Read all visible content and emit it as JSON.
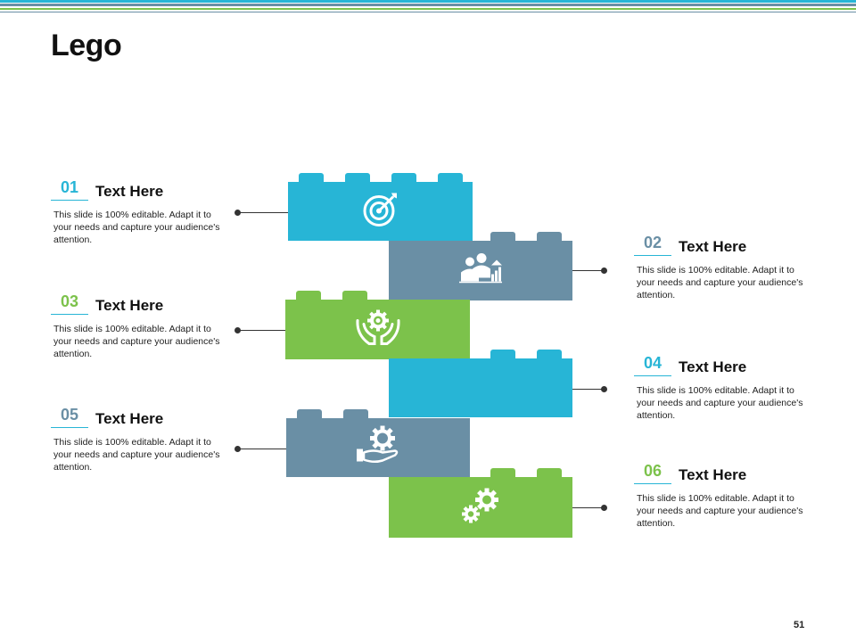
{
  "title": "Lego",
  "page_number": "51",
  "colors": {
    "blue": "#27b5d6",
    "slate": "#6a8fa5",
    "green": "#7cc24b"
  },
  "items": [
    {
      "number": "01",
      "heading": "Text Here",
      "text": "This slide is 100% editable. Adapt it to your needs and capture your audience's attention.",
      "icon": "target-icon",
      "color": "blue"
    },
    {
      "number": "02",
      "heading": "Text Here",
      "text": "This slide is 100% editable. Adapt it to your needs and capture your audience's attention.",
      "icon": "team-growth-icon",
      "color": "slate"
    },
    {
      "number": "03",
      "heading": "Text Here",
      "text": "This slide is 100% editable. Adapt it to your needs and capture your audience's attention.",
      "icon": "hands-gear-icon",
      "color": "green"
    },
    {
      "number": "04",
      "heading": "Text Here",
      "text": "This slide is 100% editable. Adapt it to your needs and capture your audience's attention.",
      "icon": "",
      "color": "blue"
    },
    {
      "number": "05",
      "heading": "Text Here",
      "text": "This slide is 100% editable. Adapt it to your needs and capture your audience's attention.",
      "icon": "hand-gear-icon",
      "color": "slate"
    },
    {
      "number": "06",
      "heading": "Text Here",
      "text": "This slide is 100% editable. Adapt it to your needs and capture your audience's attention.",
      "icon": "gears-icon",
      "color": "green"
    }
  ]
}
